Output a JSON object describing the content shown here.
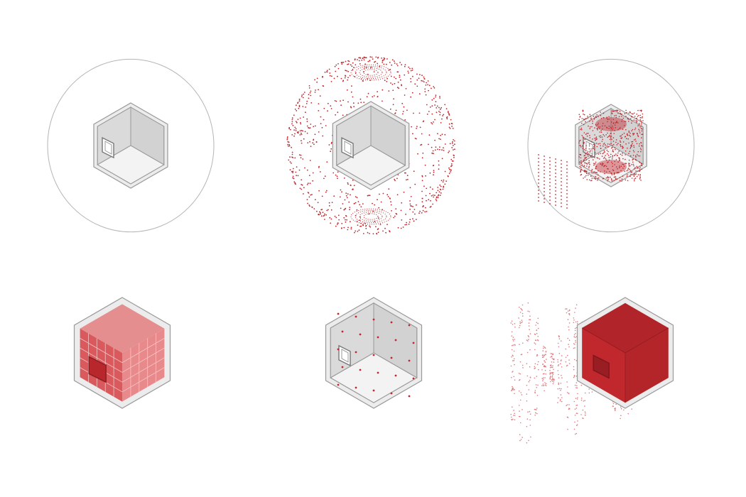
{
  "colors": {
    "background": "#ffffff",
    "outline": "#9a9a9a",
    "circle": "#b5b5b5",
    "box_light": "#ececec",
    "box_mid": "#dadada",
    "box_dark": "#c8c8c8",
    "accent": "#c0282e",
    "accent_dark": "#a51f24",
    "accent_light": "#e07a7e"
  },
  "panels": [
    {
      "id": "p1",
      "circle": true,
      "overlay": "none"
    },
    {
      "id": "p2",
      "circle": false,
      "overlay": "sphere-points"
    },
    {
      "id": "p3",
      "circle": true,
      "overlay": "inner-points"
    },
    {
      "id": "p4",
      "circle": false,
      "overlay": "filled-grid"
    },
    {
      "id": "p5",
      "circle": false,
      "overlay": "sparse-points"
    },
    {
      "id": "p6",
      "circle": false,
      "overlay": "solid-plus-plume"
    }
  ]
}
